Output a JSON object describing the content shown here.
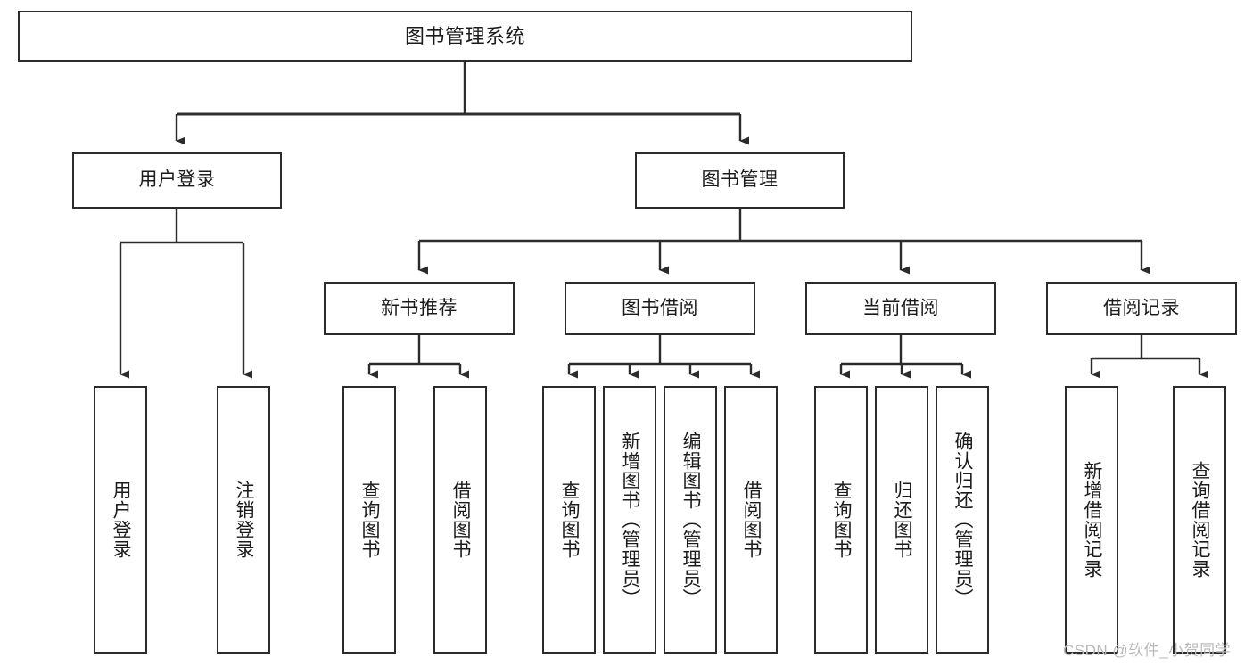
{
  "diagram": {
    "type": "tree-hierarchy",
    "title": "图书管理系统",
    "orientation": "top-down",
    "colors": {
      "background": "#ffffff",
      "box_fill": "#ffffff",
      "box_stroke": "#2b2b2b",
      "edge_stroke": "#2b2b2b",
      "text": "#1b1b1b",
      "watermark": "#b9b9b9"
    },
    "levels": [
      {
        "level": 1,
        "nodes": [
          {
            "id": "root",
            "label": "图书管理系统"
          }
        ]
      },
      {
        "level": 2,
        "nodes": [
          {
            "id": "login",
            "label": "用户登录",
            "parent": "root"
          },
          {
            "id": "bookmgmt",
            "label": "图书管理",
            "parent": "root"
          }
        ]
      },
      {
        "level": 3,
        "nodes": [
          {
            "id": "newbook",
            "label": "新书推荐",
            "parent": "bookmgmt"
          },
          {
            "id": "borrow",
            "label": "图书借阅",
            "parent": "bookmgmt"
          },
          {
            "id": "current",
            "label": "当前借阅",
            "parent": "bookmgmt"
          },
          {
            "id": "records",
            "label": "借阅记录",
            "parent": "bookmgmt"
          }
        ]
      },
      {
        "level": 4,
        "nodes": [
          {
            "id": "leaf1",
            "label": "用户登录",
            "parent": "login"
          },
          {
            "id": "leaf2",
            "label": "注销登录",
            "parent": "login"
          },
          {
            "id": "leaf3",
            "label": "查询图书",
            "parent": "newbook"
          },
          {
            "id": "leaf4",
            "label": "借阅图书",
            "parent": "newbook"
          },
          {
            "id": "leaf5",
            "label": "查询图书",
            "parent": "borrow"
          },
          {
            "id": "leaf6",
            "label": "新增图书（管理员）",
            "parent": "borrow"
          },
          {
            "id": "leaf7",
            "label": "编辑图书（管理员）",
            "parent": "borrow"
          },
          {
            "id": "leaf8",
            "label": "借阅图书",
            "parent": "borrow"
          },
          {
            "id": "leaf9",
            "label": "查询图书",
            "parent": "current"
          },
          {
            "id": "leaf10",
            "label": "归还图书",
            "parent": "current"
          },
          {
            "id": "leaf11",
            "label": "确认归还（管理员）",
            "parent": "current"
          },
          {
            "id": "leaf12",
            "label": "新增借阅记录",
            "parent": "records"
          },
          {
            "id": "leaf13",
            "label": "查询借阅记录",
            "parent": "records"
          }
        ]
      }
    ]
  },
  "watermark": {
    "text": "CSDN @软件_小贺同学"
  }
}
